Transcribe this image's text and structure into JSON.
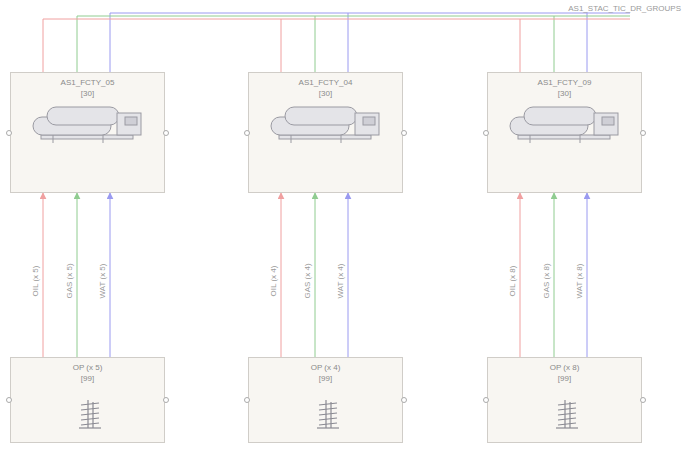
{
  "diagram": {
    "nodes": [
      {
        "text": [
          "AS1_FCTY_05",
          "[30]"
        ]
      },
      {
        "text": [
          "AS1_FCTY_04",
          "[30]"
        ]
      },
      {
        "text": [
          "AS1_FCTY_09",
          "[30]"
        ]
      },
      {
        "text": [
          "OP (x 5)",
          "[99]"
        ]
      },
      {
        "text": [
          "OP (x 4)",
          "[99]"
        ]
      },
      {
        "text": [
          "OP (x 8)",
          "[99]"
        ]
      }
    ],
    "edges": [
      {
        "from": 3,
        "to": 0,
        "label": "OIL (x 5)",
        "arrow": "to"
      },
      {
        "from": 3,
        "to": 0,
        "label": "GAS (x 5)",
        "arrow": "to"
      },
      {
        "from": 3,
        "to": 0,
        "label": "WAT (x 5)",
        "arrow": "to"
      },
      {
        "from": 4,
        "to": 1,
        "label": "OIL (x 4)",
        "arrow": "to"
      },
      {
        "from": 4,
        "to": 1,
        "label": "GAS (x 4)",
        "arrow": "to"
      },
      {
        "from": 4,
        "to": 1,
        "label": "WAT (x 4)",
        "arrow": "to"
      },
      {
        "from": 5,
        "to": 2,
        "label": "OIL (x 8)",
        "arrow": "to"
      },
      {
        "from": 5,
        "to": 2,
        "label": "GAS (x 8)",
        "arrow": "to"
      },
      {
        "from": 5,
        "to": 2,
        "label": "WAT (x 8)",
        "arrow": "to"
      }
    ],
    "labels": [
      "AS1_STAC_TIC_DR_GROUPS"
    ]
  }
}
